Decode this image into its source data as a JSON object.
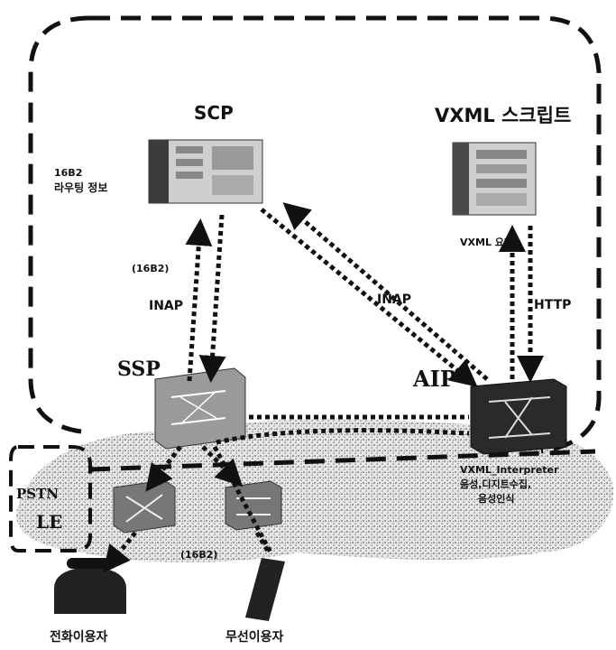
{
  "nodes": {
    "scp": "SCP",
    "vxml": "VXML 스크립트",
    "ssp": "SSP",
    "aip": "AIP",
    "pstn": "PSTN",
    "le": "LE"
  },
  "labels": {
    "routing_line1": "16B2",
    "routing_line2": "라우팅 정보",
    "inap_left_code": "(16B2)",
    "inap_left": "INAP",
    "inap_right": "INAP",
    "vxml_req": "VXML 요청",
    "http": "HTTP",
    "aip_func1": "VXML_Interpreter",
    "aip_func2": "음성,디지트수집,",
    "aip_func3": "음성인식",
    "mobile_code": "(16B2)",
    "wired_user": "전화이용자",
    "wireless_user": "무선이용자"
  },
  "colors": {
    "dash": "#111111",
    "server_body": "#cfcfcf",
    "switch_body": "#9a9a9a",
    "aip_body": "#2a2a2a",
    "cloud": "#d9d9d9"
  }
}
